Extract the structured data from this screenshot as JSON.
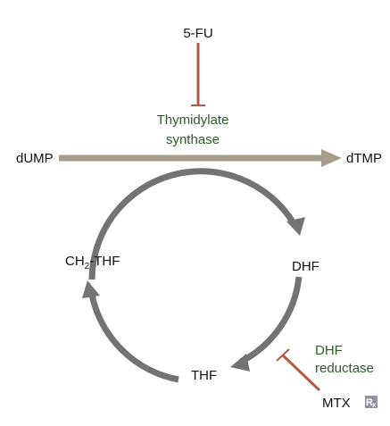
{
  "inhibitors": {
    "top": "5-FU",
    "bottom": "MTX"
  },
  "enzymes": {
    "thymidylate_line1": "Thymidylate",
    "thymidylate_line2": "synthase",
    "dhf_reductase_line1": "DHF",
    "dhf_reductase_line2": "reductase"
  },
  "substrates": {
    "dump": "dUMP",
    "dtmp": "dTMP",
    "ch2_thf_prefix": "CH",
    "ch2_thf_subscript": "2",
    "ch2_thf_suffix": "-THF",
    "dhf": "DHF",
    "thf": "THF"
  },
  "badge": {
    "text": "R",
    "subscript": "x"
  },
  "colors": {
    "main_arrow": "#a69e8b",
    "cycle_arrow": "#737373",
    "inhibition": "#b55b43",
    "enzyme_text": "#2e5a2a",
    "text": "#111111",
    "badge": "#8d95a0"
  }
}
